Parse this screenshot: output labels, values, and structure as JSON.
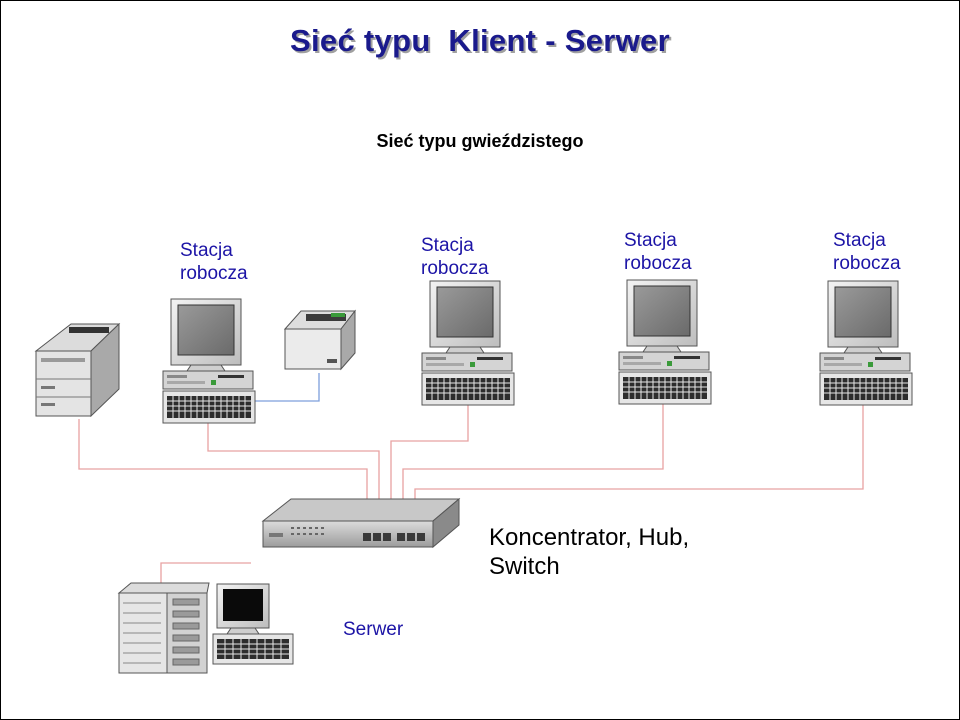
{
  "title": "Sieć typu  Klient - Serwer",
  "subtitle": "Sieć typu gwieździstego",
  "workstations": [
    {
      "line1": "Stacja",
      "line2": "robocza"
    },
    {
      "line1": "Stacja",
      "line2": "robocza"
    },
    {
      "line1": "Stacja",
      "line2": "robocza"
    },
    {
      "line1": "Stacja",
      "line2": "robocza"
    }
  ],
  "hub": {
    "line1": "Koncentrator, Hub,",
    "line2": "Switch"
  },
  "server": {
    "label": "Serwer"
  },
  "colors": {
    "title": "#1a1a8c",
    "label": "#1c14a6",
    "cable": "#e8a2a2",
    "printer_cable": "#7d9fdc"
  }
}
